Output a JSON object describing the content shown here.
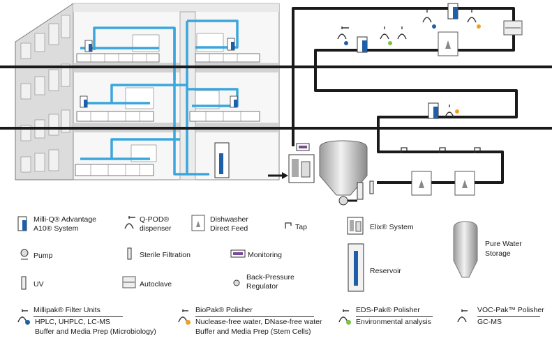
{
  "colors": {
    "pipe_blue": "#3aa6dd",
    "pipe_black": "#1a1a1a",
    "dot_blue": "#1f5fa8",
    "dot_orange": "#f0a020",
    "dot_green": "#7cc242",
    "building_grey": "#e6e6e6"
  },
  "legend": {
    "milliq": {
      "line1": "Milli-Q® Advantage",
      "line2": "A10® System",
      "icon": "milli-q-system-icon"
    },
    "qpod": {
      "line1": "Q-POD®",
      "line2": "dispenser",
      "icon": "q-pod-dispenser-icon"
    },
    "dishwasher": {
      "line1": "Dishwasher",
      "line2": "Direct Feed",
      "icon": "dishwasher-feed-icon"
    },
    "tap": {
      "label": "Tap",
      "icon": "tap-icon"
    },
    "elix": {
      "label": "Elix® System",
      "icon": "elix-system-icon"
    },
    "storage": {
      "line1": "Pure Water",
      "line2": "Storage",
      "icon": "storage-tank-icon"
    },
    "pump": {
      "label": "Pump",
      "icon": "pump-icon"
    },
    "sterile": {
      "label": "Sterile Filtration",
      "icon": "sterile-filter-icon"
    },
    "monitoring": {
      "label": "Monitoring",
      "icon": "monitoring-icon"
    },
    "reservoir": {
      "label": "Reservoir",
      "icon": "reservoir-icon"
    },
    "uv": {
      "label": "UV",
      "icon": "uv-lamp-icon"
    },
    "autoclave": {
      "label": "Autoclave",
      "icon": "autoclave-icon"
    },
    "backpressure": {
      "line1": "Back-Pressure",
      "line2": "Regulator",
      "icon": "back-pressure-regulator-icon"
    }
  },
  "polishers": [
    {
      "title": "Millipak® Filter Units",
      "line1": "HPLC, UHPLC, LC-MS",
      "line2": "Buffer and Media Prep (Microbiology)",
      "dot": "#1f5fa8"
    },
    {
      "title": "BioPak® Polisher",
      "line1": "Nuclease-free water, DNase-free water",
      "line2": "Buffer and Media Prep (Stem Cells)",
      "dot": "#f0a020"
    },
    {
      "title": "EDS-Pak® Polisher",
      "line1": "Environmental analysis",
      "line2": "",
      "dot": "#7cc242"
    },
    {
      "title": "VOC-Pak™ Polisher",
      "line1": "GC-MS",
      "line2": "",
      "dot": ""
    }
  ]
}
